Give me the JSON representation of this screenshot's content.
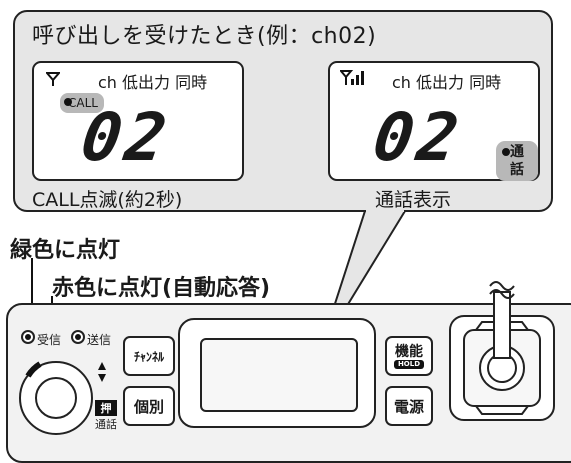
{
  "callout": {
    "title": "呼び出しを受けたとき(例：ch02)",
    "left_display": {
      "status": "ch 低出力 同時",
      "call_badge": "CALL",
      "channel": "02"
    },
    "right_display": {
      "status": "ch 低出力 同時",
      "channel": "02",
      "talk_badge": "通話"
    },
    "left_caption": "CALL点滅(約2秒)",
    "right_caption": "通話表示"
  },
  "labels": {
    "green": "緑色に点灯",
    "red": "赤色に点灯(自動応答)"
  },
  "radio": {
    "receive_label": "受信",
    "transmit_label": "送信",
    "push_label": "押",
    "talk_label": "通話",
    "channel_button": "ﾁｬﾝﾈﾙ",
    "individual_button": "個別",
    "function_button": "機能",
    "function_sub": "HOLD",
    "power_button": "電源"
  },
  "colors": {
    "panel": "#e6e6e6",
    "outline": "#222222",
    "badge": "#b8b8b8"
  }
}
